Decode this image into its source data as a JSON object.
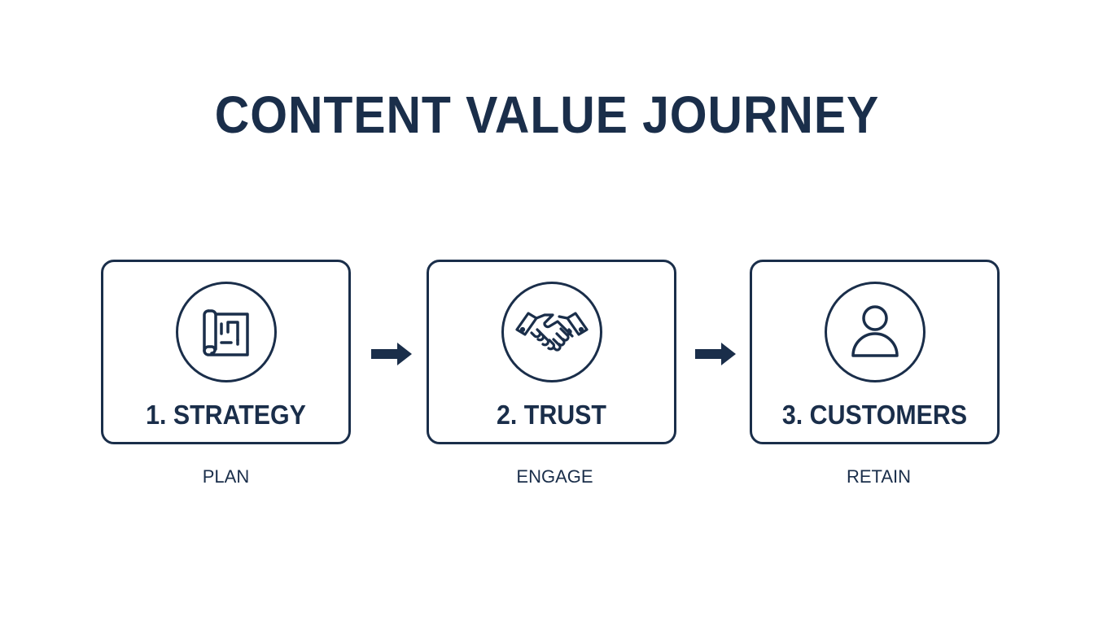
{
  "title": "CONTENT VALUE JOURNEY",
  "colors": {
    "primary": "#1a2e4a",
    "background": "#ffffff"
  },
  "steps": [
    {
      "number": 1,
      "label": "1. STRATEGY",
      "caption": "PLAN",
      "icon": "blueprint-icon"
    },
    {
      "number": 2,
      "label": "2. TRUST",
      "caption": "ENGAGE",
      "icon": "handshake-icon"
    },
    {
      "number": 3,
      "label": "3. CUSTOMERS",
      "caption": "RETAIN",
      "icon": "user-icon"
    }
  ],
  "connectors": [
    {
      "from": 1,
      "to": 2,
      "icon": "arrow-right-icon"
    },
    {
      "from": 2,
      "to": 3,
      "icon": "arrow-right-icon"
    }
  ]
}
